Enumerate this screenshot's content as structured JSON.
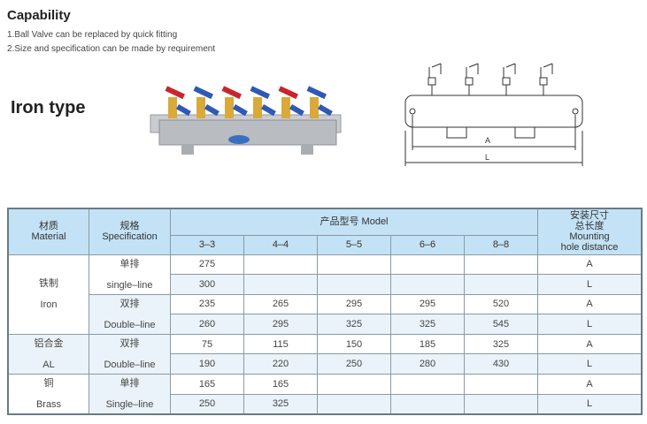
{
  "title": "Capability",
  "notes": [
    "1.Ball Valve can be replaced by quick fitting",
    "2.Size and specification can be made by requirement"
  ],
  "product_label": "Iron type",
  "diagram": {
    "dim_a": "A",
    "dim_l": "L"
  },
  "table": {
    "headers": {
      "material_cn": "材质",
      "material_en": "Material",
      "spec_cn": "规格",
      "spec_en": "Specification",
      "model": "产品型号  Model",
      "models": [
        "3–3",
        "4–4",
        "5–5",
        "6–6",
        "8–8"
      ],
      "mount_cn1": "安装尺寸",
      "mount_cn2": "总长度",
      "mount_en1": "Mounting",
      "mount_en2": "hole distance"
    },
    "groups": [
      {
        "material_cn": "铁制",
        "material_en": "Iron",
        "specs": [
          {
            "cn": "单排",
            "en": "single–line",
            "rows": [
              {
                "values": [
                  "275",
                  "",
                  "",
                  "",
                  ""
                ],
                "dim": "A"
              },
              {
                "values": [
                  "300",
                  "",
                  "",
                  "",
                  ""
                ],
                "dim": "L"
              }
            ]
          },
          {
            "cn": "双排",
            "en": "Double–line",
            "rows": [
              {
                "values": [
                  "235",
                  "265",
                  "295",
                  "295",
                  "520"
                ],
                "dim": "A"
              },
              {
                "values": [
                  "260",
                  "295",
                  "325",
                  "325",
                  "545"
                ],
                "dim": "L"
              }
            ]
          }
        ]
      },
      {
        "material_cn": "铝合金",
        "material_en": "AL",
        "specs": [
          {
            "cn": "双排",
            "en": "Double–line",
            "rows": [
              {
                "values": [
                  "75",
                  "115",
                  "150",
                  "185",
                  "325"
                ],
                "dim": "A"
              },
              {
                "values": [
                  "190",
                  "220",
                  "250",
                  "280",
                  "430"
                ],
                "dim": "L"
              }
            ]
          }
        ]
      },
      {
        "material_cn": "铜",
        "material_en": "Brass",
        "specs": [
          {
            "cn": "单排",
            "en": "Single–line",
            "rows": [
              {
                "values": [
                  "165",
                  "165",
                  "",
                  "",
                  ""
                ],
                "dim": "A"
              },
              {
                "values": [
                  "250",
                  "325",
                  "",
                  "",
                  ""
                ],
                "dim": "L"
              }
            ]
          }
        ]
      }
    ]
  }
}
